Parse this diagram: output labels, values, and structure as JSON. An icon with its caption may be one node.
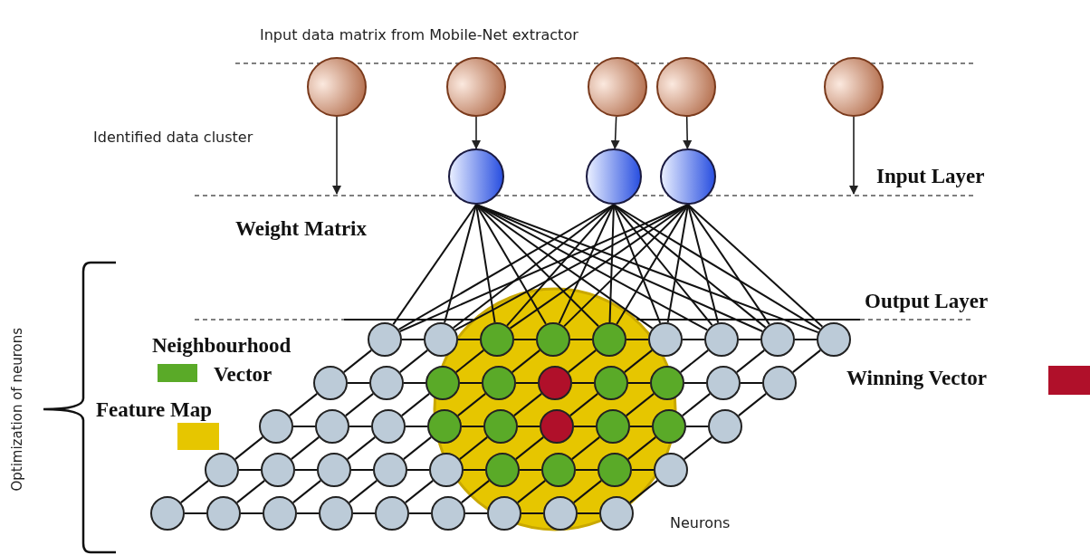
{
  "diagram": {
    "nodes": [
      {
        "text": [],
        "shape": "circle"
      },
      {
        "text": [],
        "shape": "circle"
      },
      {
        "text": [],
        "shape": "circle"
      },
      {
        "text": [],
        "shape": "circle"
      },
      {
        "text": [],
        "shape": "circle"
      },
      {
        "text": [],
        "shape": "circle"
      },
      {
        "text": [],
        "shape": "circle"
      },
      {
        "text": [],
        "shape": "circle"
      },
      {
        "text": [],
        "shape": "circle"
      },
      {
        "text": [],
        "shape": "circle"
      },
      {
        "text": [],
        "shape": "circle"
      },
      {
        "text": [],
        "shape": "circle"
      },
      {
        "text": [],
        "shape": "circle"
      },
      {
        "text": [],
        "shape": "circle"
      },
      {
        "text": [],
        "shape": "circle"
      },
      {
        "text": [],
        "shape": "circle"
      },
      {
        "text": [],
        "shape": "circle"
      },
      {
        "text": [],
        "shape": "circle"
      },
      {
        "text": [],
        "shape": "circle"
      },
      {
        "text": [],
        "shape": "circle"
      },
      {
        "text": [],
        "shape": "circle"
      },
      {
        "text": [],
        "shape": "circle"
      },
      {
        "text": [],
        "shape": "circle"
      },
      {
        "text": [],
        "shape": "circle"
      },
      {
        "text": [],
        "shape": "circle"
      },
      {
        "text": [],
        "shape": "circle"
      },
      {
        "text": [],
        "shape": "circle"
      },
      {
        "text": [],
        "shape": "circle"
      },
      {
        "text": [],
        "shape": "circle"
      },
      {
        "text": [],
        "shape": "circle"
      },
      {
        "text": [],
        "shape": "circle"
      },
      {
        "text": [],
        "shape": "circle"
      },
      {
        "text": [],
        "shape": "circle"
      },
      {
        "text": [],
        "shape": "circle"
      },
      {
        "text": [],
        "shape": "circle"
      },
      {
        "text": [],
        "shape": "circle"
      },
      {
        "text": [],
        "shape": "circle"
      },
      {
        "text": [],
        "shape": "circle"
      },
      {
        "text": [],
        "shape": "circle"
      },
      {
        "text": [],
        "shape": "circle"
      },
      {
        "text": [],
        "shape": "circle"
      },
      {
        "text": [],
        "shape": "circle"
      },
      {
        "text": [],
        "shape": "circle"
      },
      {
        "text": [],
        "shape": "circle"
      },
      {
        "text": [],
        "shape": "circle"
      },
      {
        "text": [],
        "shape": "circle"
      },
      {
        "text": [],
        "shape": "circle"
      },
      {
        "text": [],
        "shape": "circle"
      },
      {
        "text": [],
        "shape": "circle"
      },
      {
        "text": [],
        "shape": "circle"
      },
      {
        "text": [],
        "shape": "circle"
      },
      {
        "text": [],
        "shape": "circle"
      },
      {
        "text": [],
        "shape": "circle"
      }
    ],
    "edges": [
      {
        "from": 0,
        "to": null,
        "arrow": "to"
      },
      {
        "from": 1,
        "to": 5,
        "arrow": "to"
      },
      {
        "from": 2,
        "to": 6,
        "arrow": "to"
      },
      {
        "from": 3,
        "to": 7,
        "arrow": "to"
      },
      {
        "from": 4,
        "to": null,
        "arrow": "to"
      },
      {
        "from": 5,
        "to": 8,
        "arrow": "none"
      },
      {
        "from": 5,
        "to": 9,
        "arrow": "none"
      },
      {
        "from": 5,
        "to": 10,
        "arrow": "none"
      },
      {
        "from": 5,
        "to": 11,
        "arrow": "none"
      },
      {
        "from": 5,
        "to": 12,
        "arrow": "none"
      },
      {
        "from": 5,
        "to": 13,
        "arrow": "none"
      },
      {
        "from": 5,
        "to": 14,
        "arrow": "none"
      },
      {
        "from": 5,
        "to": 15,
        "arrow": "none"
      },
      {
        "from": 5,
        "to": 16,
        "arrow": "none"
      },
      {
        "from": 6,
        "to": 8,
        "arrow": "none"
      },
      {
        "from": 6,
        "to": 9,
        "arrow": "none"
      },
      {
        "from": 6,
        "to": 10,
        "arrow": "none"
      },
      {
        "from": 6,
        "to": 11,
        "arrow": "none"
      },
      {
        "from": 6,
        "to": 12,
        "arrow": "none"
      },
      {
        "from": 6,
        "to": 13,
        "arrow": "none"
      },
      {
        "from": 6,
        "to": 14,
        "arrow": "none"
      },
      {
        "from": 6,
        "to": 15,
        "arrow": "none"
      },
      {
        "from": 6,
        "to": 16,
        "arrow": "none"
      },
      {
        "from": 7,
        "to": 8,
        "arrow": "none"
      },
      {
        "from": 7,
        "to": 9,
        "arrow": "none"
      },
      {
        "from": 7,
        "to": 10,
        "arrow": "none"
      },
      {
        "from": 7,
        "to": 11,
        "arrow": "none"
      },
      {
        "from": 7,
        "to": 12,
        "arrow": "none"
      },
      {
        "from": 7,
        "to": 13,
        "arrow": "none"
      },
      {
        "from": 7,
        "to": 14,
        "arrow": "none"
      },
      {
        "from": 7,
        "to": 15,
        "arrow": "none"
      },
      {
        "from": 7,
        "to": 16,
        "arrow": "none"
      },
      {
        "from": 8,
        "to": 9,
        "arrow": "none"
      },
      {
        "from": 9,
        "to": 10,
        "arrow": "none"
      },
      {
        "from": 10,
        "to": 11,
        "arrow": "none"
      },
      {
        "from": 11,
        "to": 12,
        "arrow": "none"
      },
      {
        "from": 12,
        "to": 13,
        "arrow": "none"
      },
      {
        "from": 13,
        "to": 14,
        "arrow": "none"
      },
      {
        "from": 14,
        "to": 15,
        "arrow": "none"
      },
      {
        "from": 15,
        "to": 16,
        "arrow": "none"
      },
      {
        "from": 17,
        "to": 18,
        "arrow": "none"
      },
      {
        "from": 18,
        "to": 19,
        "arrow": "none"
      },
      {
        "from": 19,
        "to": 20,
        "arrow": "none"
      },
      {
        "from": 20,
        "to": 21,
        "arrow": "none"
      },
      {
        "from": 21,
        "to": 22,
        "arrow": "none"
      },
      {
        "from": 22,
        "to": 23,
        "arrow": "none"
      },
      {
        "from": 23,
        "to": 24,
        "arrow": "none"
      },
      {
        "from": 24,
        "to": 25,
        "arrow": "none"
      },
      {
        "from": 26,
        "to": 27,
        "arrow": "none"
      },
      {
        "from": 27,
        "to": 28,
        "arrow": "none"
      },
      {
        "from": 28,
        "to": 29,
        "arrow": "none"
      },
      {
        "from": 29,
        "to": 30,
        "arrow": "none"
      },
      {
        "from": 30,
        "to": 31,
        "arrow": "none"
      },
      {
        "from": 31,
        "to": 32,
        "arrow": "none"
      },
      {
        "from": 32,
        "to": 33,
        "arrow": "none"
      },
      {
        "from": 33,
        "to": 34,
        "arrow": "none"
      },
      {
        "from": 35,
        "to": 36,
        "arrow": "none"
      },
      {
        "from": 36,
        "to": 37,
        "arrow": "none"
      },
      {
        "from": 37,
        "to": 38,
        "arrow": "none"
      },
      {
        "from": 38,
        "to": 39,
        "arrow": "none"
      },
      {
        "from": 39,
        "to": 40,
        "arrow": "none"
      },
      {
        "from": 40,
        "to": 41,
        "arrow": "none"
      },
      {
        "from": 41,
        "to": 42,
        "arrow": "none"
      },
      {
        "from": 42,
        "to": 43,
        "arrow": "none"
      },
      {
        "from": 44,
        "to": 45,
        "arrow": "none"
      },
      {
        "from": 45,
        "to": 46,
        "arrow": "none"
      },
      {
        "from": 46,
        "to": 47,
        "arrow": "none"
      },
      {
        "from": 47,
        "to": 48,
        "arrow": "none"
      },
      {
        "from": 48,
        "to": 49,
        "arrow": "none"
      },
      {
        "from": 49,
        "to": 50,
        "arrow": "none"
      },
      {
        "from": 50,
        "to": 51,
        "arrow": "none"
      },
      {
        "from": 51,
        "to": 52,
        "arrow": "none"
      },
      {
        "from": 17,
        "to": 8,
        "arrow": "none"
      },
      {
        "from": 18,
        "to": 9,
        "arrow": "none"
      },
      {
        "from": 19,
        "to": 10,
        "arrow": "none"
      },
      {
        "from": 20,
        "to": 11,
        "arrow": "none"
      },
      {
        "from": 21,
        "to": 12,
        "arrow": "none"
      },
      {
        "from": 22,
        "to": 13,
        "arrow": "none"
      },
      {
        "from": 23,
        "to": 14,
        "arrow": "none"
      },
      {
        "from": 24,
        "to": 15,
        "arrow": "none"
      },
      {
        "from": 25,
        "to": 16,
        "arrow": "none"
      },
      {
        "from": 26,
        "to": 17,
        "arrow": "none"
      },
      {
        "from": 27,
        "to": 18,
        "arrow": "none"
      },
      {
        "from": 28,
        "to": 19,
        "arrow": "none"
      },
      {
        "from": 29,
        "to": 20,
        "arrow": "none"
      },
      {
        "from": 30,
        "to": 21,
        "arrow": "none"
      },
      {
        "from": 31,
        "to": 22,
        "arrow": "none"
      },
      {
        "from": 32,
        "to": 23,
        "arrow": "none"
      },
      {
        "from": 33,
        "to": 24,
        "arrow": "none"
      },
      {
        "from": 34,
        "to": 25,
        "arrow": "none"
      },
      {
        "from": 35,
        "to": 26,
        "arrow": "none"
      },
      {
        "from": 36,
        "to": 27,
        "arrow": "none"
      },
      {
        "from": 37,
        "to": 28,
        "arrow": "none"
      },
      {
        "from": 38,
        "to": 29,
        "arrow": "none"
      },
      {
        "from": 39,
        "to": 30,
        "arrow": "none"
      },
      {
        "from": 40,
        "to": 31,
        "arrow": "none"
      },
      {
        "from": 41,
        "to": 32,
        "arrow": "none"
      },
      {
        "from": 42,
        "to": 33,
        "arrow": "none"
      },
      {
        "from": 43,
        "to": 34,
        "arrow": "none"
      },
      {
        "from": 44,
        "to": 35,
        "arrow": "none"
      },
      {
        "from": 45,
        "to": 36,
        "arrow": "none"
      },
      {
        "from": 46,
        "to": 37,
        "arrow": "none"
      },
      {
        "from": 47,
        "to": 38,
        "arrow": "none"
      },
      {
        "from": 48,
        "to": 39,
        "arrow": "none"
      },
      {
        "from": 49,
        "to": 40,
        "arrow": "none"
      },
      {
        "from": 50,
        "to": 41,
        "arrow": "none"
      },
      {
        "from": 51,
        "to": 42,
        "arrow": "none"
      },
      {
        "from": 52,
        "to": 43,
        "arrow": "none"
      }
    ],
    "labels": [
      "Input data matrix from  Mobile-Net extractor",
      "Identified data cluster",
      "Input Layer",
      "Weight Matrix",
      "Output Layer",
      "Optimization of neurons",
      "Neurons"
    ],
    "legend": [
      {
        "text": "Neighbourhood Vector",
        "color": "#5aaa28"
      },
      {
        "text": "Feature Map",
        "color": "#e6c600"
      },
      {
        "text": "Winning Vector",
        "color": "#b0102a"
      }
    ]
  }
}
